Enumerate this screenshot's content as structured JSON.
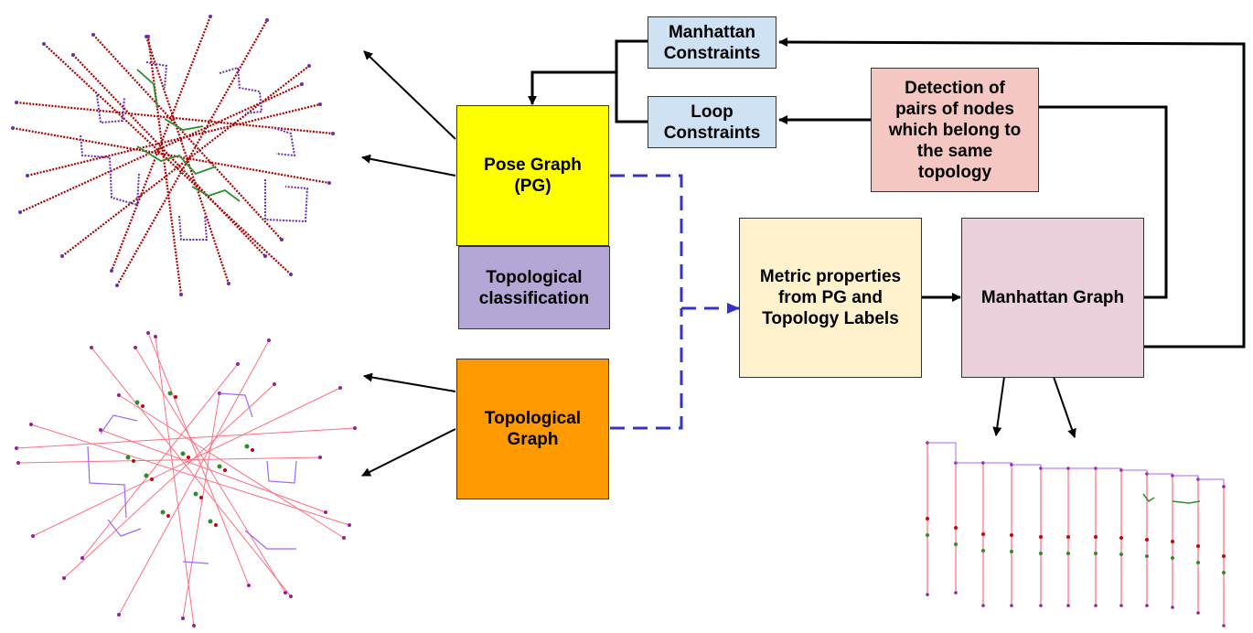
{
  "boxes": {
    "manhattan_constraints": {
      "label": "Manhattan\nConstraints",
      "color": "#cfe2f3"
    },
    "loop_constraints": {
      "label": "Loop\nConstraints",
      "color": "#cfe2f3"
    },
    "detection": {
      "label": "Detection of\npairs of nodes\nwhich belong to\nthe same\ntopology",
      "color": "#f4c7c3"
    },
    "pose_graph": {
      "label": "Pose Graph\n(PG)",
      "color": "#ffff00"
    },
    "topological_classification": {
      "label": "Topological\nclassification",
      "color": "#b4a7d6"
    },
    "topological_graph": {
      "label": "Topological\nGraph",
      "color": "#ff9900"
    },
    "metric_properties": {
      "label": "Metric properties\nfrom PG and\nTopology Labels",
      "color": "#fff2cc"
    },
    "manhattan_graph": {
      "label": "Manhattan Graph",
      "color": "#ead1dc"
    }
  },
  "colors": {
    "arrow": "#000000",
    "dashed_arrow": "#3333cc",
    "trajectory_red": "#aa0000",
    "trajectory_purple": "#6a2fb0",
    "trajectory_green": "#2e8b2e",
    "graph_edge": "#ff6f80",
    "graph_node": "#9b1d9b"
  }
}
